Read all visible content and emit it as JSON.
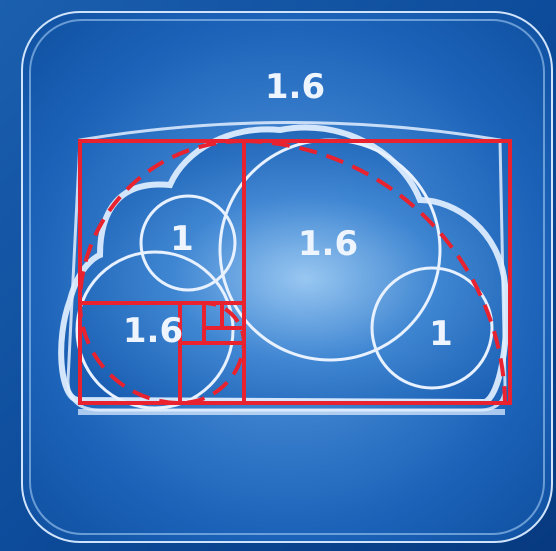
{
  "labels": {
    "top": "1.6",
    "small_circle": "1",
    "large_circle": "1.6",
    "left_circle": "1.6",
    "right_circle": "1"
  },
  "colors": {
    "background_dark": "#0b4a94",
    "background_light": "#6fa7e0",
    "tile_light": "#a9cff4",
    "outline": "#e8f1ff",
    "golden_lines": "#e8222e"
  },
  "icon": "icloud-golden-ratio-icon"
}
